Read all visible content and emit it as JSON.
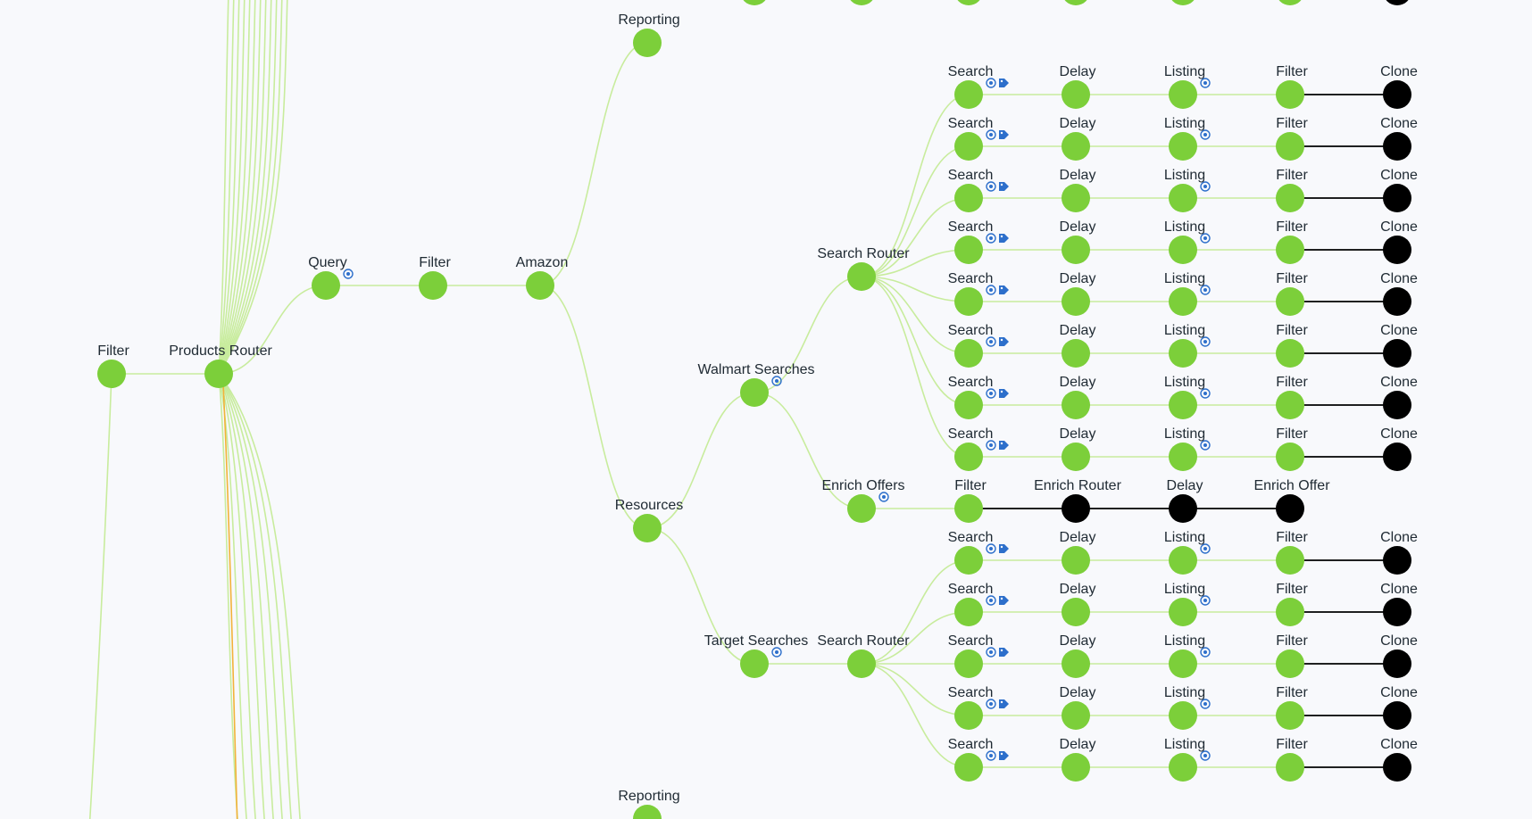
{
  "colors": {
    "background": "#f8f9fc",
    "node_active": "#7ccf3a",
    "node_terminal": "#000000",
    "edge_active": "#c8ec9d",
    "edge_terminal": "#000000",
    "edge_warning": "#f2b23a",
    "badge": "#2d6fcb"
  },
  "badge_icons": {
    "target": "target-icon",
    "tag": "tag-icon"
  },
  "nodes": [
    {
      "id": "filter0",
      "label": "Filter",
      "type": "active"
    },
    {
      "id": "products_router",
      "label": "Products Router",
      "type": "active"
    },
    {
      "id": "query",
      "label": "Query",
      "type": "active",
      "badges": [
        "target"
      ]
    },
    {
      "id": "filter_q",
      "label": "Filter",
      "type": "active"
    },
    {
      "id": "amazon",
      "label": "Amazon",
      "type": "active"
    },
    {
      "id": "reporting_top",
      "label": "Reporting",
      "type": "active"
    },
    {
      "id": "resources",
      "label": "Resources",
      "type": "active"
    },
    {
      "id": "walmart",
      "label": "Walmart Searches",
      "type": "active",
      "badges": [
        "target"
      ]
    },
    {
      "id": "target_searches",
      "label": "Target Searches",
      "type": "active",
      "badges": [
        "target"
      ]
    },
    {
      "id": "search_router_w",
      "label": "Search Router",
      "type": "active"
    },
    {
      "id": "search_router_t",
      "label": "Search Router",
      "type": "active"
    },
    {
      "id": "enrich_offers",
      "label": "Enrich Offers",
      "type": "active",
      "badges": [
        "target"
      ]
    },
    {
      "id": "enrich_filter",
      "label": "Filter",
      "type": "active"
    },
    {
      "id": "enrich_router",
      "label": "Enrich Router",
      "type": "terminal"
    },
    {
      "id": "enrich_delay",
      "label": "Delay",
      "type": "terminal"
    },
    {
      "id": "enrich_offer",
      "label": "Enrich Offer",
      "type": "terminal"
    },
    {
      "id": "reporting_bottom",
      "label": "Reporting",
      "type": "active"
    }
  ],
  "search_chain": {
    "steps": [
      {
        "label": "Search",
        "type": "active",
        "badges": [
          "target",
          "tag"
        ]
      },
      {
        "label": "Delay",
        "type": "active"
      },
      {
        "label": "Listing",
        "type": "active",
        "badges": [
          "target"
        ]
      },
      {
        "label": "Filter",
        "type": "active"
      },
      {
        "label": "Clone",
        "type": "terminal"
      }
    ],
    "walmart_rows": 8,
    "target_rows": 5
  }
}
